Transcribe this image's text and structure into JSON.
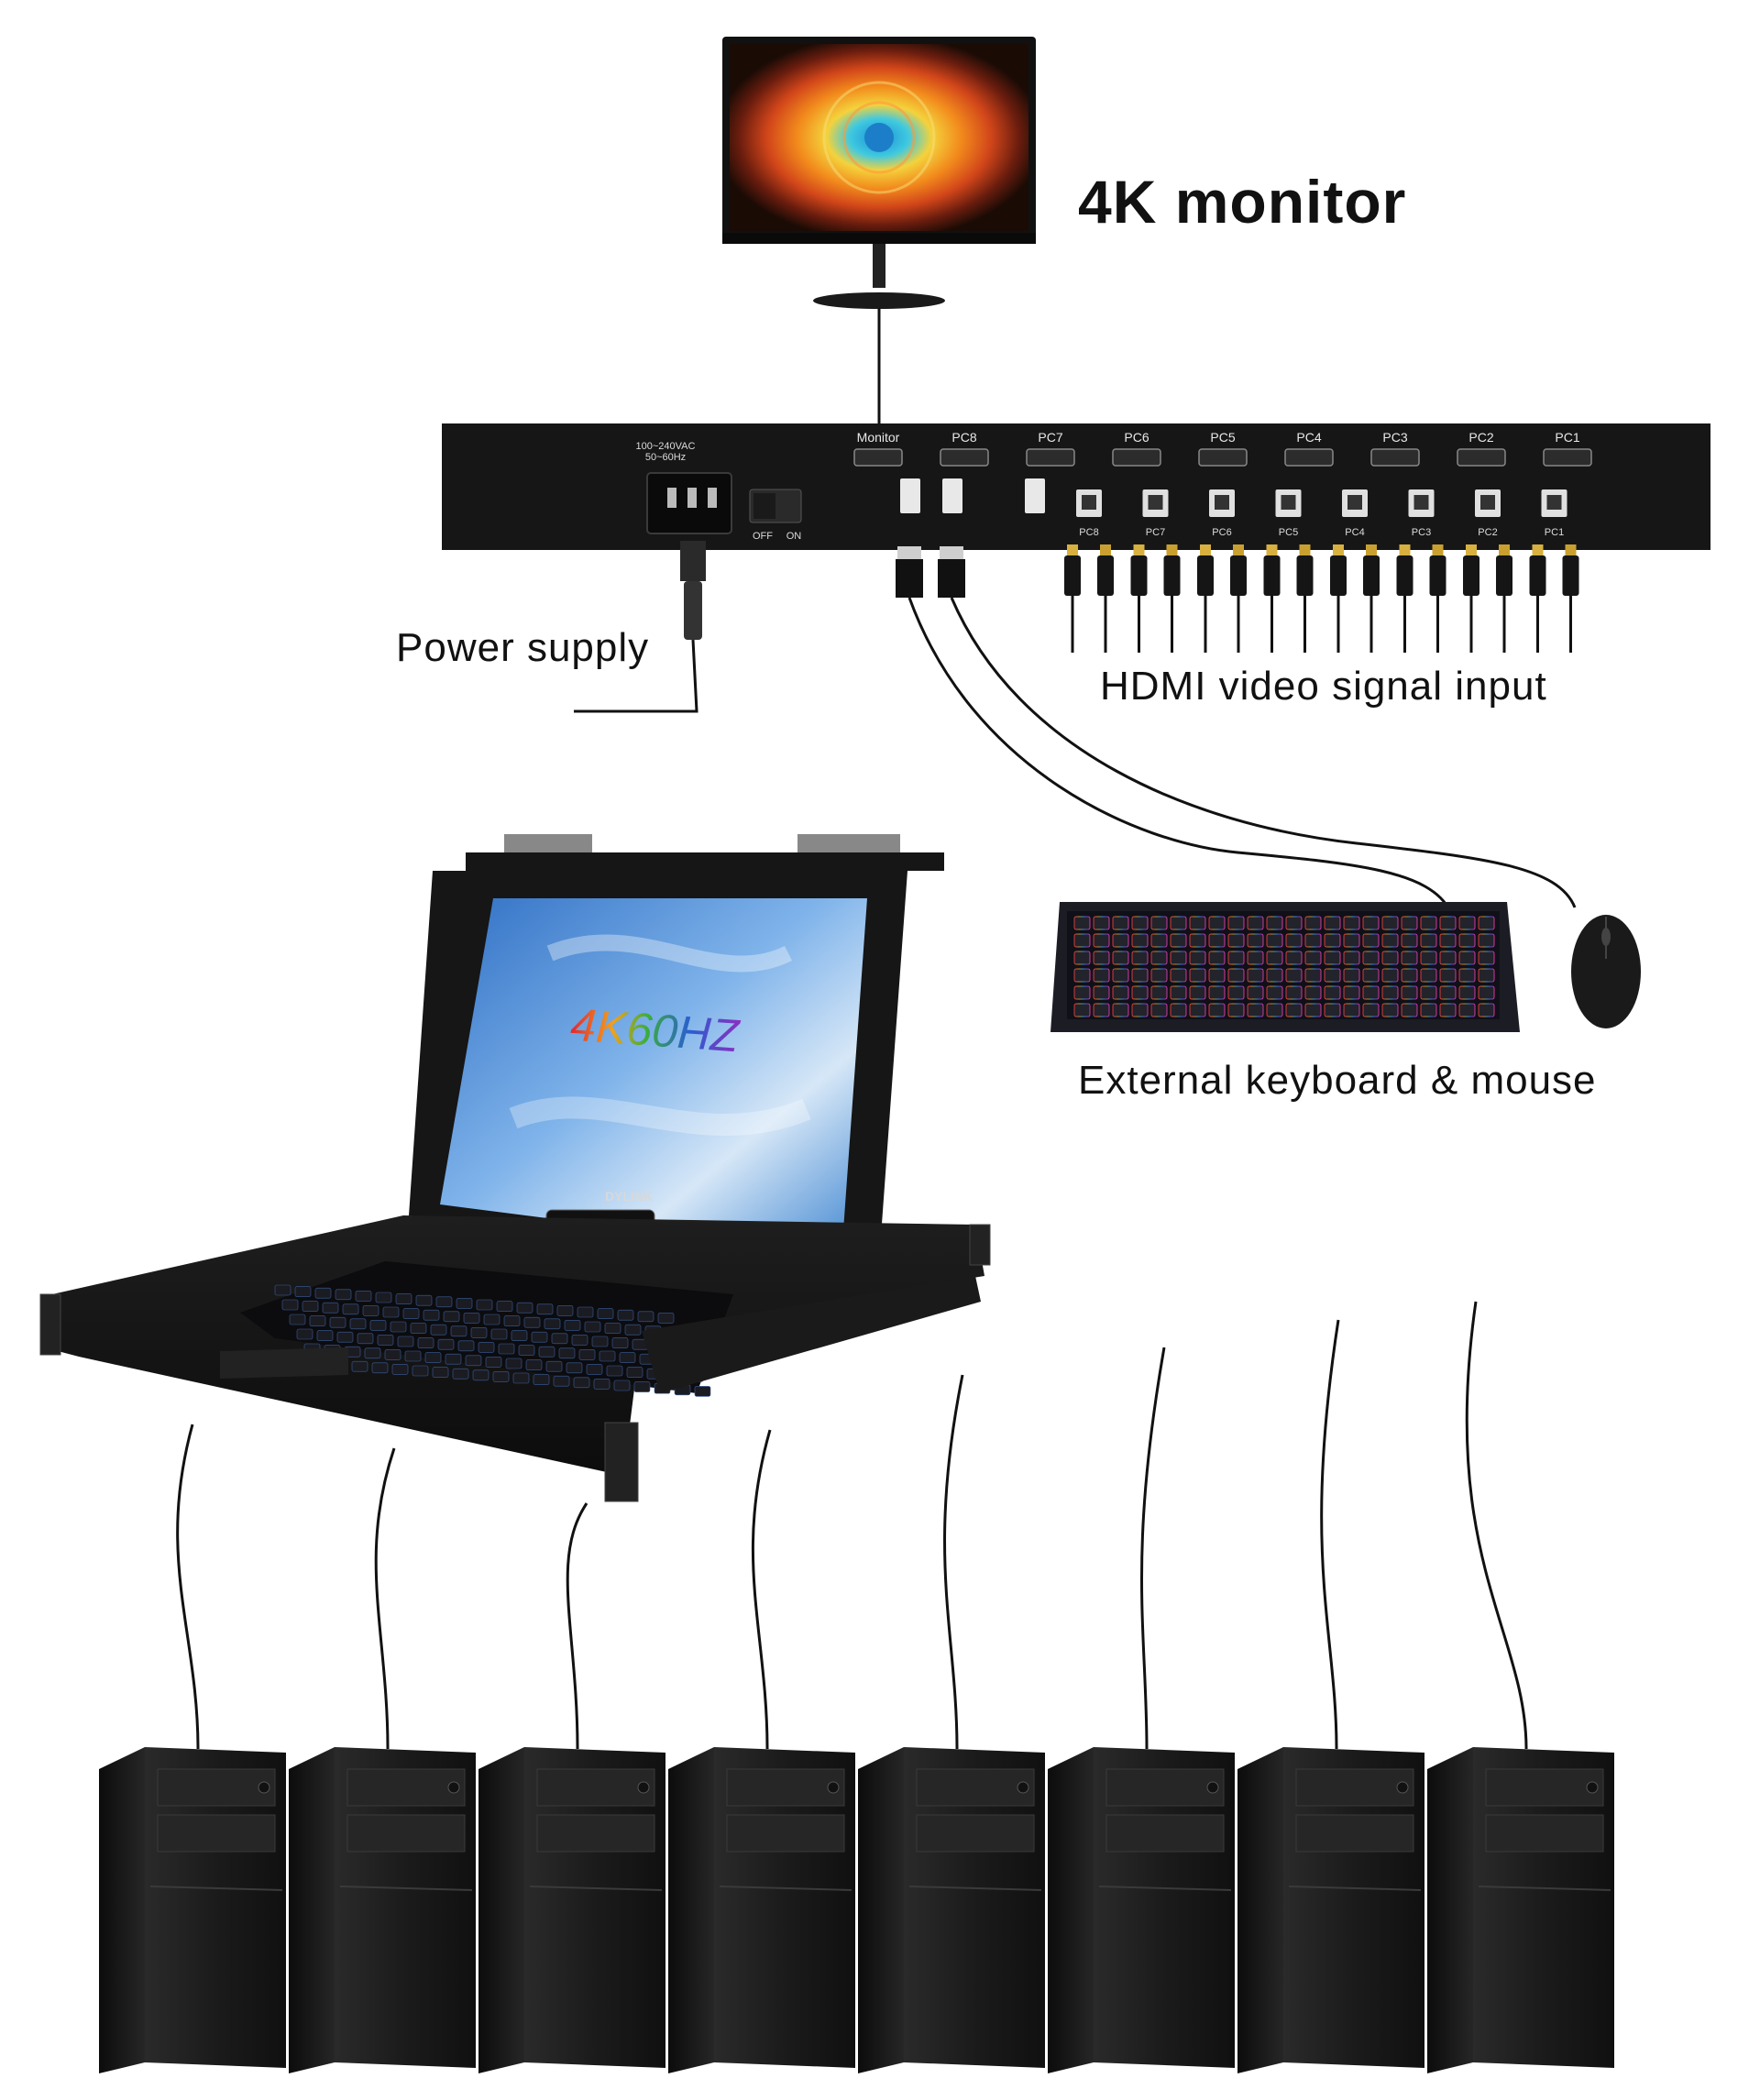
{
  "labels": {
    "monitor": "4K monitor",
    "power": "Power supply",
    "hdmi": "HDMI video signal input",
    "keyboard": "External keyboard & mouse"
  },
  "panel": {
    "voltage_line1": "100~240VAC",
    "voltage_line2": "50~60Hz",
    "switch_off": "OFF",
    "switch_on": "ON",
    "monitor_port": "Monitor",
    "hdmi_ports": [
      "PC8",
      "PC7",
      "PC6",
      "PC5",
      "PC4",
      "PC3",
      "PC2",
      "PC1"
    ],
    "usb_ports": [
      "PC8",
      "PC7",
      "PC6",
      "PC5",
      "PC4",
      "PC3",
      "PC2",
      "PC1"
    ]
  },
  "console": {
    "brand": "DYLINK",
    "screen_text": "4K60HZ"
  },
  "pc_count": 8,
  "colors": {
    "panel": "#161616",
    "cable": "#111111",
    "pc_case": "#1f1f1f",
    "text": "#111111"
  }
}
